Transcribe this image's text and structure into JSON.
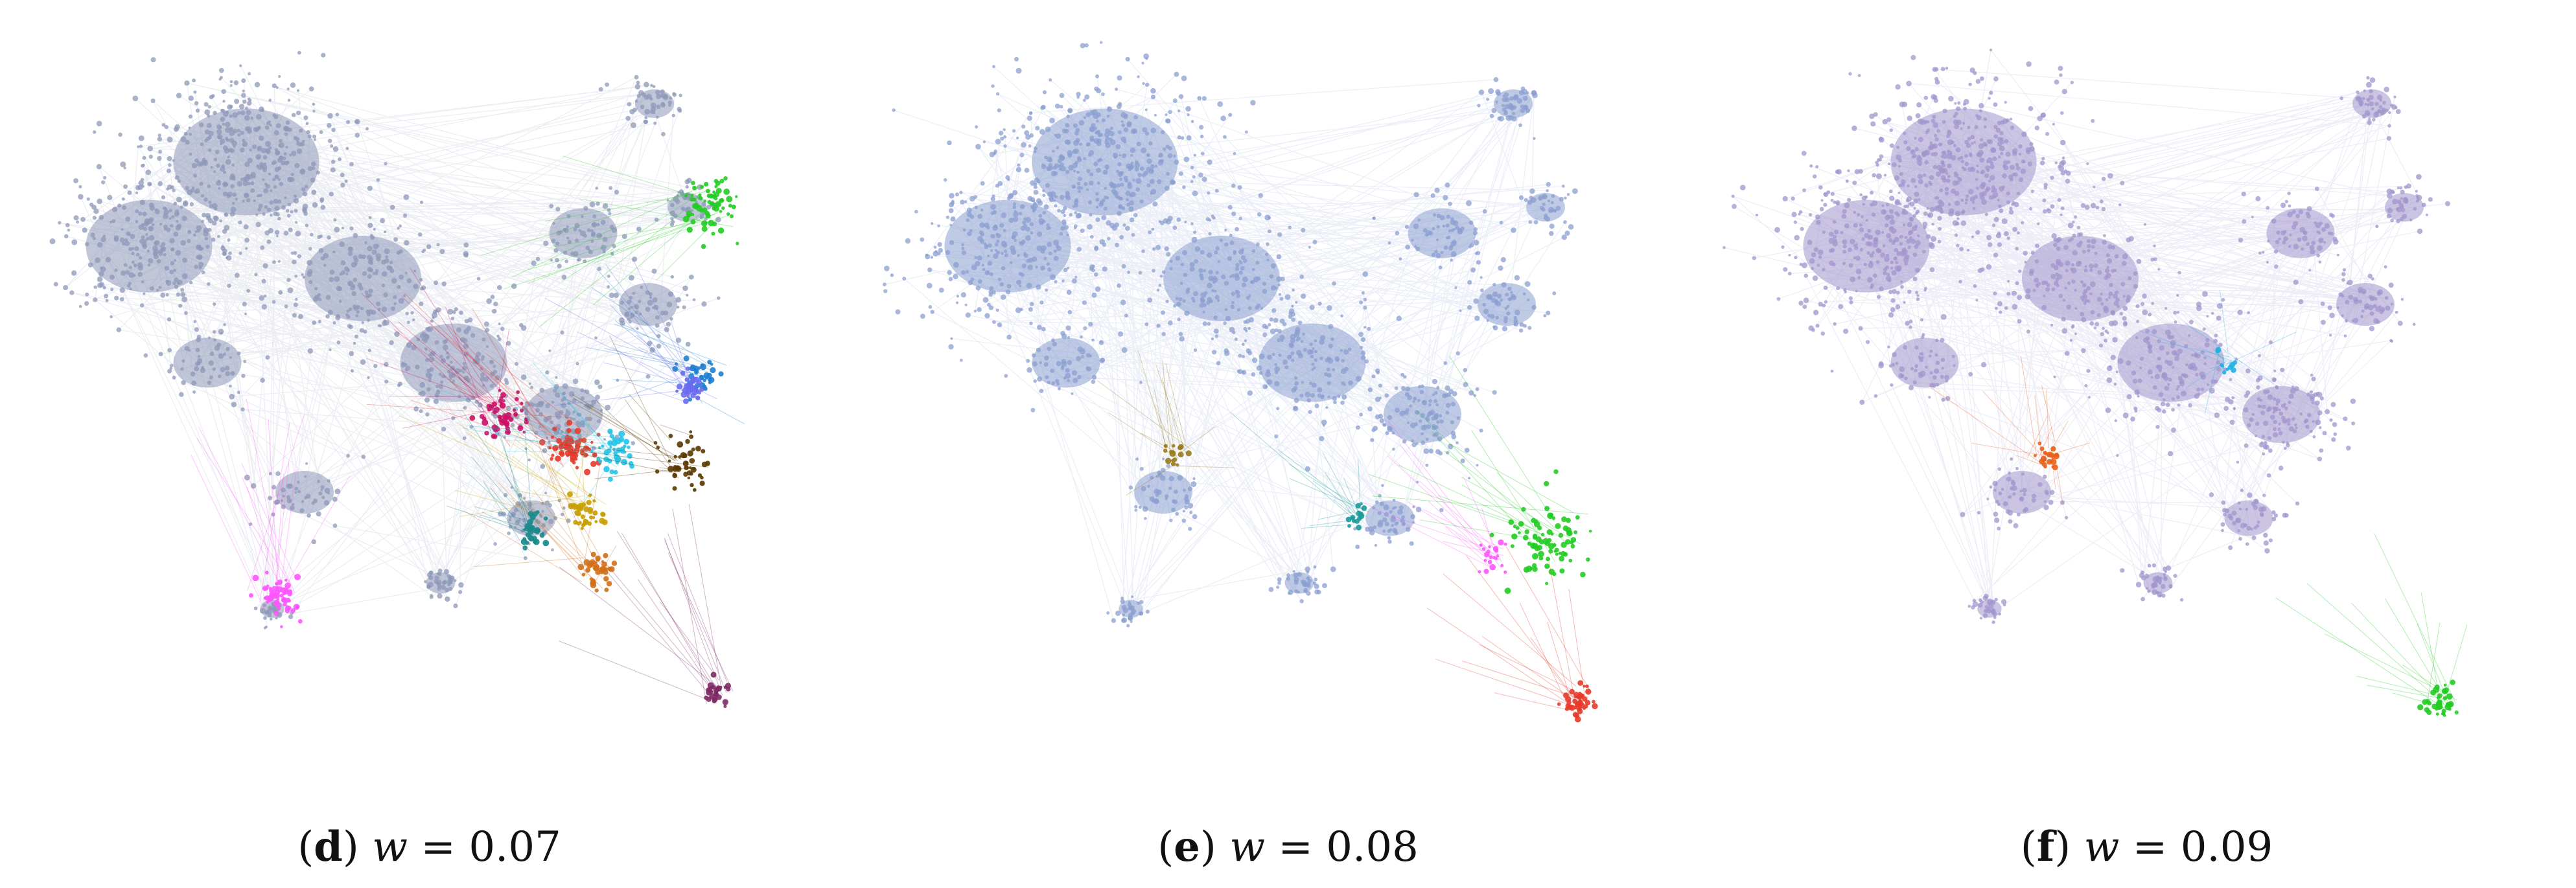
{
  "panels": [
    {
      "id": "d",
      "letter": "d",
      "variable": "w",
      "equals": "=",
      "value": "0.07",
      "base_color": "#8e98b8",
      "edge_color": "#aab2cc",
      "communities": [
        {
          "color": "#22cc22"
        },
        {
          "color": "#ff55ff"
        },
        {
          "color": "#e63a2a"
        },
        {
          "color": "#cc1166"
        },
        {
          "color": "#22c4e8"
        },
        {
          "color": "#5b3a00"
        },
        {
          "color": "#7e2a66"
        },
        {
          "color": "#c8a000"
        },
        {
          "color": "#1f7fd0"
        },
        {
          "color": "#d0701a"
        },
        {
          "color": "#1a8a8a"
        },
        {
          "color": "#6a6af0"
        }
      ]
    },
    {
      "id": "e",
      "letter": "e",
      "variable": "w",
      "equals": "=",
      "value": "0.08",
      "base_color": "#8b9fcf",
      "edge_color": "#a7b6dc",
      "communities": [
        {
          "color": "#22cc22"
        },
        {
          "color": "#e63a2a"
        },
        {
          "color": "#ff55ff"
        },
        {
          "color": "#1a9a9a"
        },
        {
          "color": "#9a7a1a"
        }
      ]
    },
    {
      "id": "f",
      "letter": "f",
      "variable": "w",
      "equals": "=",
      "value": "0.09",
      "base_color": "#a196cc",
      "edge_color": "#b7aedb",
      "communities": [
        {
          "color": "#22cc22"
        },
        {
          "color": "#e8601a"
        },
        {
          "color": "#22b0e0"
        }
      ]
    }
  ]
}
